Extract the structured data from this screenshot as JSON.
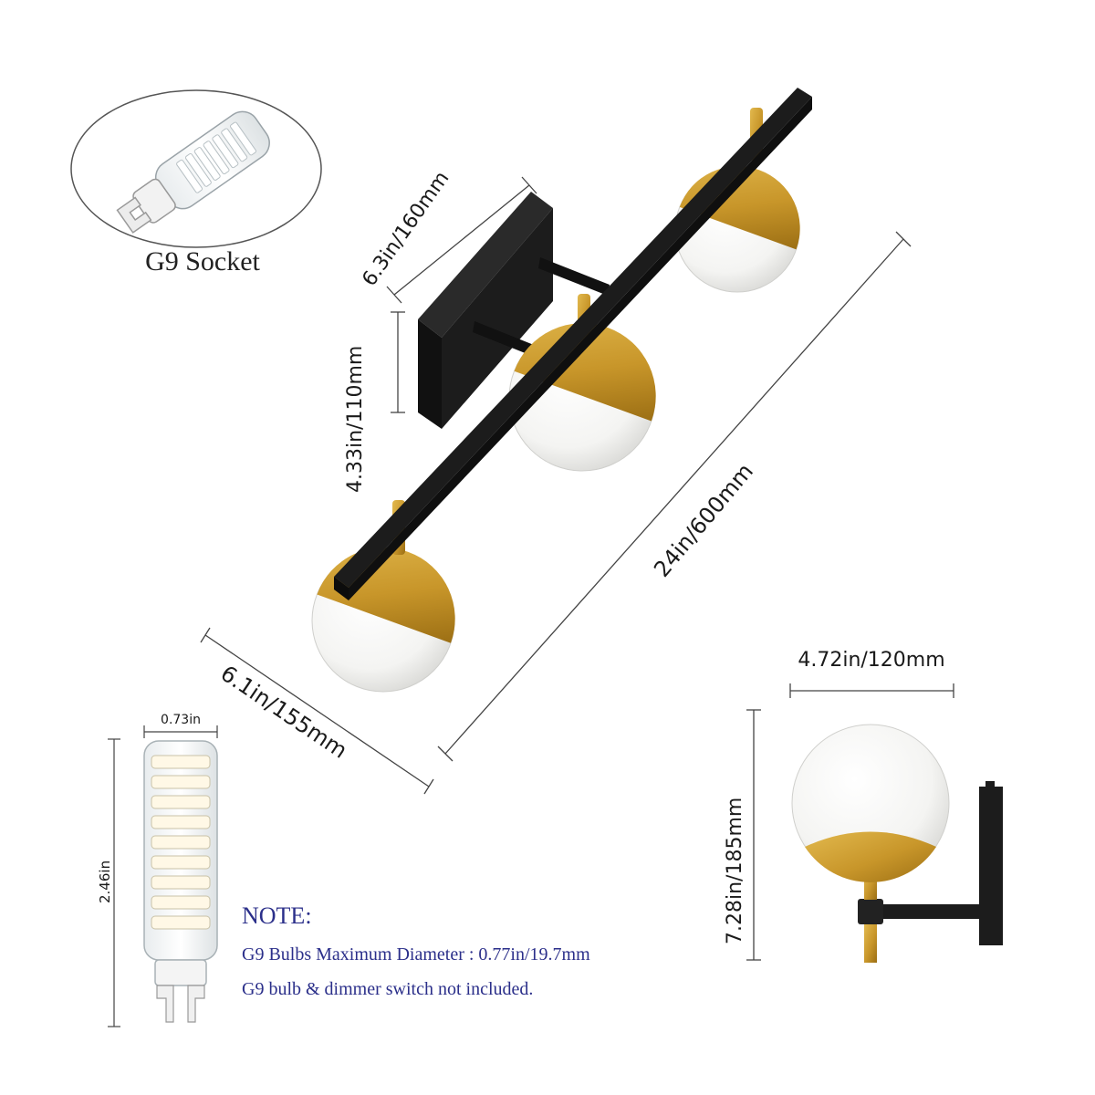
{
  "socket_label": "G9 Socket",
  "dimensions": {
    "plate_width": "6.3in/160mm",
    "plate_height": "4.33in/110mm",
    "total_length": "24in/600mm",
    "depth": "6.1in/155mm",
    "side_width": "4.72in/120mm",
    "side_height": "7.28in/185mm",
    "bulb_width": "0.73in",
    "bulb_height": "2.46in"
  },
  "note": {
    "heading": "NOTE:",
    "line1": "G9 Bulbs Maximum Diameter : 0.77in/19.7mm",
    "line2": "G9 bulb & dimmer switch not included."
  },
  "colors": {
    "black_metal": "#1c1c1c",
    "brass": "#c8962a",
    "glass_white": "#f7f7f5",
    "note_text": "#2b2f8a"
  }
}
